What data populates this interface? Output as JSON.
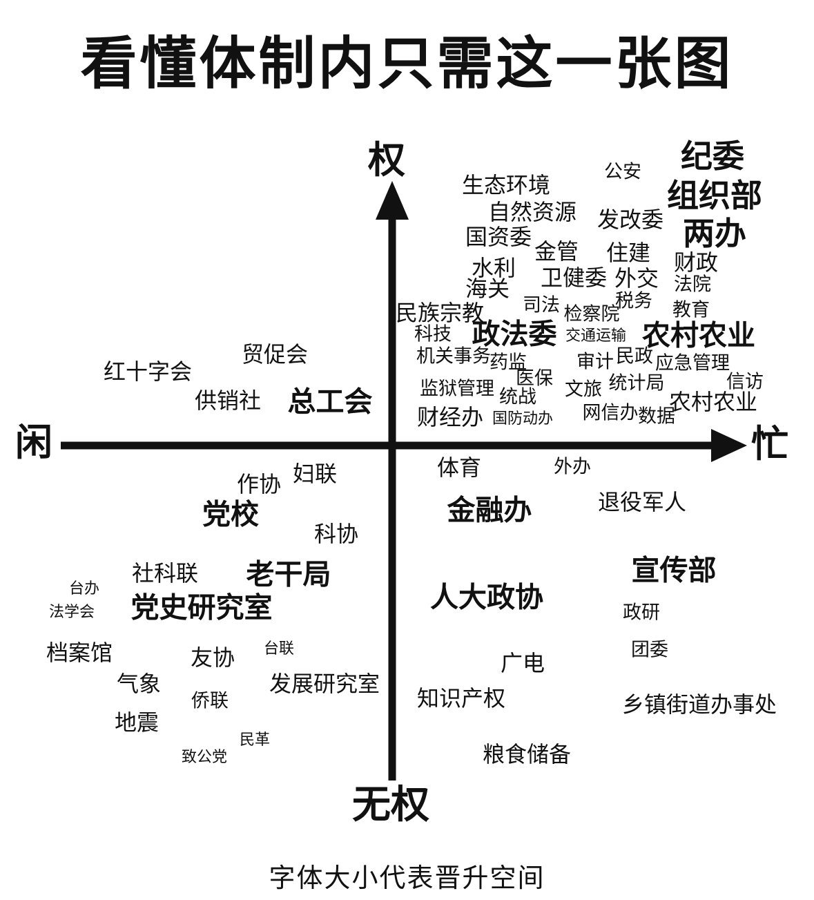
{
  "title": "看懂体制内只需这一张图",
  "axes": {
    "top": "权",
    "bottom": "无权",
    "left": "闲",
    "right": "忙"
  },
  "note": "字体大小代表晋升空间",
  "units": [
    {
      "name": "纪委",
      "size": "xl"
    },
    {
      "name": "组织部",
      "size": "xl"
    },
    {
      "name": "两办",
      "size": "xl"
    },
    {
      "name": "公安",
      "size": "s"
    },
    {
      "name": "发改委",
      "size": "m"
    },
    {
      "name": "生态环境",
      "size": "m"
    },
    {
      "name": "自然资源",
      "size": "m"
    },
    {
      "name": "国资委",
      "size": "m"
    },
    {
      "name": "金管",
      "size": "m"
    },
    {
      "name": "住建",
      "size": "m"
    },
    {
      "name": "水利",
      "size": "m"
    },
    {
      "name": "海关",
      "size": "m"
    },
    {
      "name": "卫健委",
      "size": "m"
    },
    {
      "name": "外交",
      "size": "m"
    },
    {
      "name": "财政",
      "size": "m"
    },
    {
      "name": "法院",
      "size": "s"
    },
    {
      "name": "税务",
      "size": "s"
    },
    {
      "name": "司法",
      "size": "s"
    },
    {
      "name": "检察院",
      "size": "s"
    },
    {
      "name": "教育",
      "size": "s"
    },
    {
      "name": "民族宗教",
      "size": "m"
    },
    {
      "name": "政法委",
      "size": "l"
    },
    {
      "name": "农村农业",
      "size": "l"
    },
    {
      "name": "科技",
      "size": "s"
    },
    {
      "name": "交通运输",
      "size": "xs"
    },
    {
      "name": "机关事务",
      "size": "s"
    },
    {
      "name": "药监",
      "size": "s"
    },
    {
      "name": "审计",
      "size": "s"
    },
    {
      "name": "民政",
      "size": "s"
    },
    {
      "name": "应急管理",
      "size": "s"
    },
    {
      "name": "医保",
      "size": "s"
    },
    {
      "name": "监狱管理",
      "size": "s"
    },
    {
      "name": "统计局",
      "size": "s"
    },
    {
      "name": "信访",
      "size": "s"
    },
    {
      "name": "统战",
      "size": "s"
    },
    {
      "name": "文旅",
      "size": "s"
    },
    {
      "name": "农村农业",
      "size": "m"
    },
    {
      "name": "财经办",
      "size": "m"
    },
    {
      "name": "国防动办",
      "size": "xs"
    },
    {
      "name": "网信办",
      "size": "s"
    },
    {
      "name": "数据",
      "size": "s"
    },
    {
      "name": "贸促会",
      "size": "m"
    },
    {
      "name": "红十字会",
      "size": "m"
    },
    {
      "name": "供销社",
      "size": "m"
    },
    {
      "name": "总工会",
      "size": "l"
    },
    {
      "name": "妇联",
      "size": "m"
    },
    {
      "name": "作协",
      "size": "m"
    },
    {
      "name": "党校",
      "size": "l"
    },
    {
      "name": "科协",
      "size": "m"
    },
    {
      "name": "社科联",
      "size": "m"
    },
    {
      "name": "老干局",
      "size": "l"
    },
    {
      "name": "台办",
      "size": "xs"
    },
    {
      "name": "党史研究室",
      "size": "l"
    },
    {
      "name": "法学会",
      "size": "xs"
    },
    {
      "name": "档案馆",
      "size": "m"
    },
    {
      "name": "友协",
      "size": "m"
    },
    {
      "name": "台联",
      "size": "xs"
    },
    {
      "name": "气象",
      "size": "m"
    },
    {
      "name": "发展研究室",
      "size": "m"
    },
    {
      "name": "侨联",
      "size": "s"
    },
    {
      "name": "地震",
      "size": "m"
    },
    {
      "name": "民革",
      "size": "xs"
    },
    {
      "name": "致公党",
      "size": "xs"
    },
    {
      "name": "体育",
      "size": "m"
    },
    {
      "name": "外办",
      "size": "s"
    },
    {
      "name": "金融办",
      "size": "l"
    },
    {
      "name": "退役军人",
      "size": "m"
    },
    {
      "name": "宣传部",
      "size": "l"
    },
    {
      "name": "人大政协",
      "size": "l"
    },
    {
      "name": "政研",
      "size": "s"
    },
    {
      "name": "团委",
      "size": "s"
    },
    {
      "name": "广电",
      "size": "m"
    },
    {
      "name": "知识产权",
      "size": "m"
    },
    {
      "name": "乡镇街道办事处",
      "size": "m"
    },
    {
      "name": "粮食储备",
      "size": "m"
    }
  ]
}
